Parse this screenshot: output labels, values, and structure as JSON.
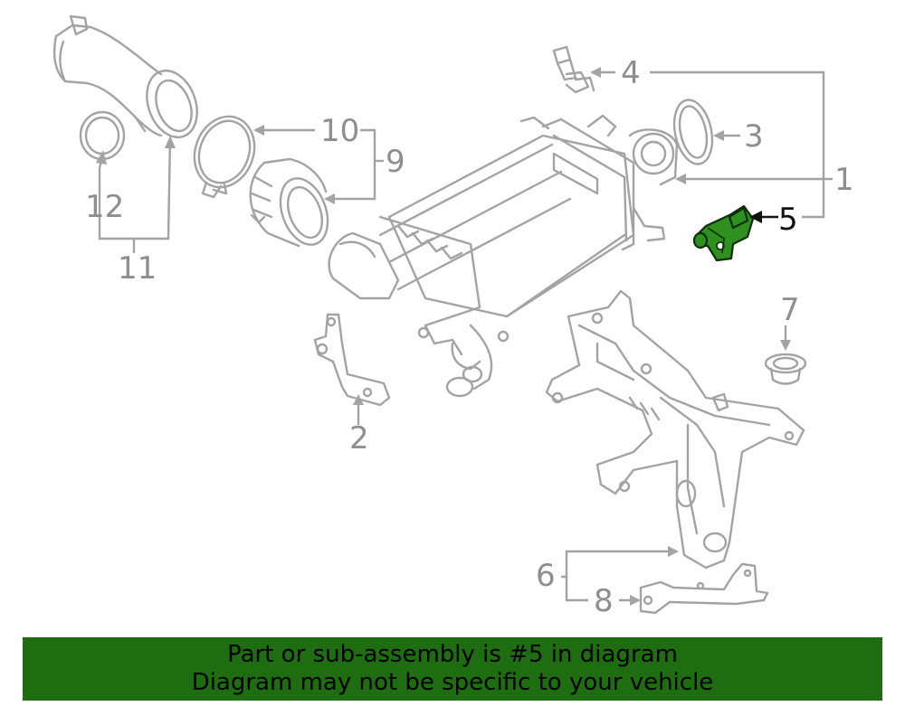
{
  "diagram": {
    "callouts": [
      "1",
      "2",
      "3",
      "4",
      "5",
      "6",
      "7",
      "8",
      "9",
      "10",
      "11",
      "12"
    ],
    "highlighted_part": "5",
    "highlight_color": "#2f8f1f",
    "line_color": "#a3a3a3"
  },
  "banner": {
    "line1": "Part or sub-assembly is #5 in diagram",
    "line2": "Diagram may not be specific to your vehicle",
    "background": "#1e6e11"
  }
}
